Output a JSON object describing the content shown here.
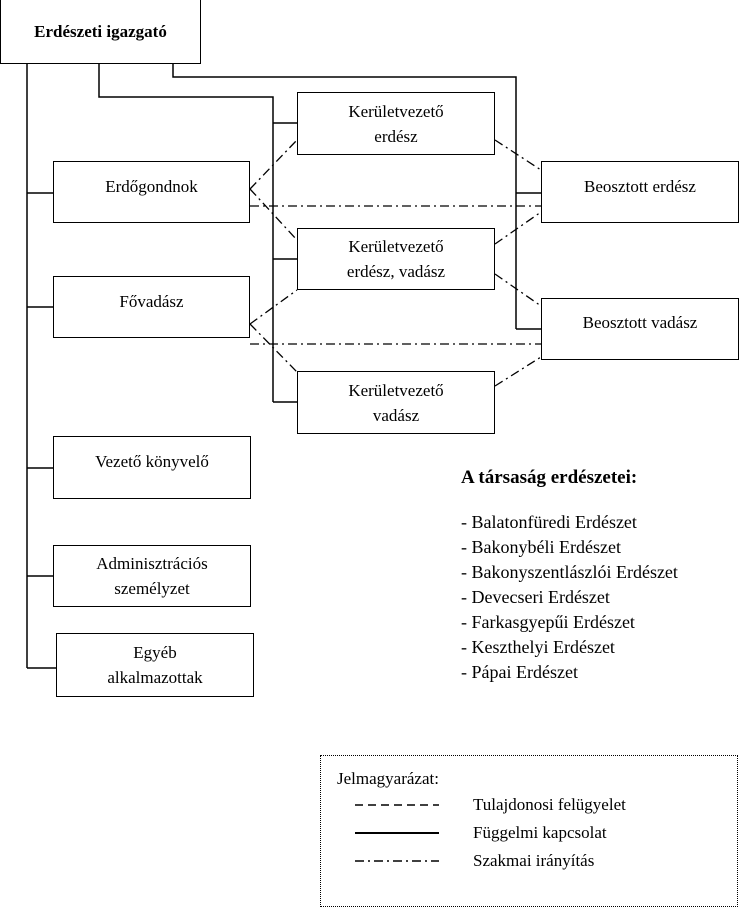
{
  "diagram": {
    "director": "Erdészeti igazgató",
    "left_boxes": {
      "erdogondnok": "Erdőgondnok",
      "fovadasz": "Fővadász",
      "konyvelo": "Vezető könyvelő",
      "admin": [
        "Adminisztrációs",
        "személyzet"
      ],
      "egyeb": [
        "Egyéb",
        "alkalmazottak"
      ]
    },
    "middle_boxes": {
      "kerulet_erdesz": [
        "Kerületvezető",
        "erdész"
      ],
      "kerulet_erdesz_vadasz": [
        "Kerületvezető",
        "erdész, vadász"
      ],
      "kerulet_vadasz": [
        "Kerületvezető",
        "vadász"
      ]
    },
    "right_boxes": {
      "beosztott_erdesz": "Beosztott erdész",
      "beosztott_vadasz": "Beosztott vadász"
    }
  },
  "companies": {
    "title": "A társaság erdészetei:",
    "items": [
      "- Balatonfüredi Erdészet",
      "- Bakonybéli Erdészet",
      "- Bakonyszentlászlói Erdészet",
      "- Devecseri Erdészet",
      "- Farkasgyepűi Erdészet",
      "- Keszthelyi Erdészet",
      "- Pápai Erdészet"
    ]
  },
  "legend": {
    "title": "Jelmagyarázat:",
    "items": [
      {
        "style": "dashed",
        "label": "Tulajdonosi felügyelet"
      },
      {
        "style": "solid",
        "label": "Függelmi kapcsolat"
      },
      {
        "style": "dashdot",
        "label": "Szakmai irányítás"
      }
    ]
  }
}
